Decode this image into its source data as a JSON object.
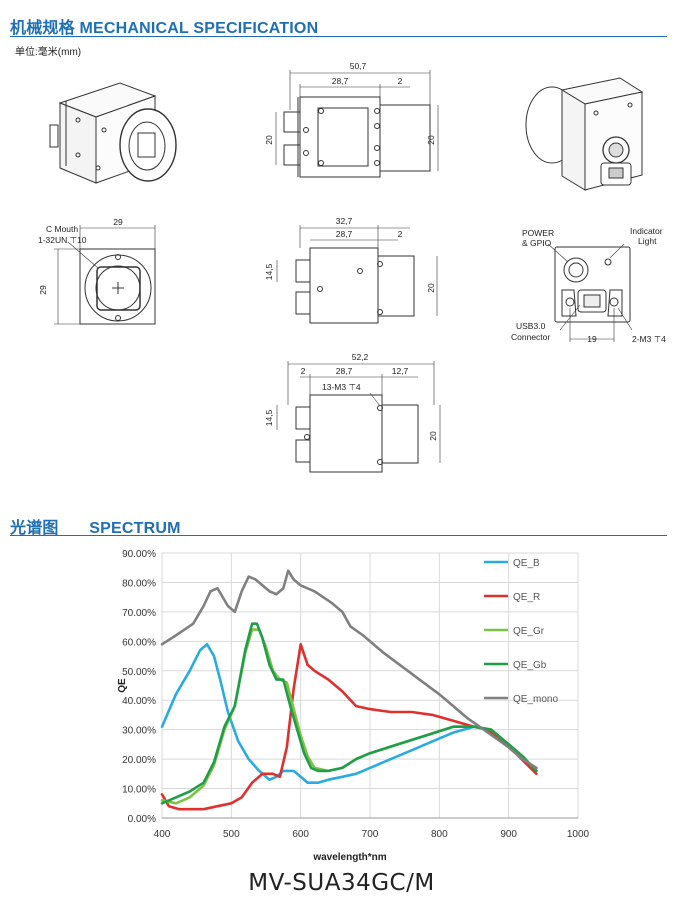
{
  "mechanical": {
    "title": "机械规格 MECHANICAL SPECIFICATION",
    "unit": "单位:毫米(mm)",
    "side_top": {
      "overall": "50,7",
      "body": "28,7",
      "lip": "2",
      "height": "20",
      "right_height": "20"
    },
    "front": {
      "mount": "C Mouth",
      "thread": "1-32UN ⊤10",
      "width": "29",
      "height": "29"
    },
    "side_mid": {
      "overall": "32,7",
      "body": "28,7",
      "lip": "2",
      "left_height": "14,5",
      "right_height": "20"
    },
    "back": {
      "power": "POWER",
      "gpio": "& GPIO",
      "indicator": "Indicator",
      "light": "Light",
      "usb": "USB3.0",
      "connector": "Connector",
      "width": "19",
      "screw": "2-M3 ⊤4"
    },
    "side_bot": {
      "overall": "52,2",
      "lip": "2",
      "body": "28,7",
      "tail": "12,7",
      "holes": "13-M3 ⊤4",
      "left_height": "14,5",
      "right_height": "20"
    }
  },
  "spectrum": {
    "title_cn": "光谱图",
    "title_en": "SPECTRUM"
  },
  "chart_data": {
    "type": "line",
    "title": "",
    "xlabel": "wavelength*nm",
    "ylabel": "QE",
    "xlim": [
      400,
      1000
    ],
    "ylim": [
      0,
      90
    ],
    "x_ticks": [
      "400",
      "500",
      "600",
      "700",
      "800",
      "900",
      "1000"
    ],
    "y_ticks": [
      "0.00%",
      "10.00%",
      "20.00%",
      "30.00%",
      "40.00%",
      "50.00%",
      "60.00%",
      "70.00%",
      "80.00%",
      "90.00%"
    ],
    "grid": true,
    "legend": "right",
    "series": [
      {
        "name": "QE_B",
        "color": "#29abe2",
        "x": [
          400,
          420,
          440,
          455,
          465,
          475,
          485,
          495,
          510,
          525,
          540,
          555,
          565,
          575,
          590,
          600,
          610,
          625,
          640,
          660,
          680,
          700,
          730,
          760,
          790,
          820,
          850,
          875,
          900,
          920,
          940
        ],
        "y": [
          31,
          42,
          50,
          57,
          59,
          55,
          46,
          36,
          26,
          20,
          16,
          13,
          14,
          16,
          16,
          14,
          12,
          12,
          13,
          14,
          15,
          17,
          20,
          23,
          26,
          29,
          31,
          30,
          25,
          20,
          16
        ]
      },
      {
        "name": "QE_R",
        "color": "#e0302e",
        "x": [
          400,
          410,
          425,
          440,
          460,
          480,
          500,
          515,
          530,
          545,
          560,
          570,
          580,
          590,
          600,
          610,
          620,
          640,
          660,
          680,
          700,
          730,
          760,
          790,
          820,
          850,
          870,
          890,
          910,
          940
        ],
        "y": [
          8,
          4,
          3,
          3,
          3,
          4,
          5,
          7,
          12,
          15,
          15,
          14,
          24,
          44,
          59,
          52,
          50,
          47,
          43,
          38,
          37,
          36,
          36,
          35,
          33,
          31,
          30,
          26,
          22,
          15
        ]
      },
      {
        "name": "QE_Gr",
        "color": "#7dc242",
        "x": [
          400,
          420,
          440,
          460,
          475,
          490,
          505,
          520,
          530,
          540,
          550,
          560,
          570,
          580,
          590,
          600,
          610,
          620,
          640,
          660,
          680,
          700,
          740,
          780,
          820,
          850,
          875,
          900,
          920,
          940
        ],
        "y": [
          6,
          5,
          7,
          11,
          18,
          30,
          38,
          56,
          64,
          64,
          58,
          50,
          47,
          46,
          37,
          28,
          21,
          17,
          16,
          17,
          20,
          22,
          25,
          28,
          31,
          31,
          30,
          25,
          21,
          16
        ]
      },
      {
        "name": "QE_Gb",
        "color": "#1f9e4a",
        "x": [
          400,
          420,
          440,
          460,
          475,
          490,
          505,
          520,
          530,
          537,
          545,
          555,
          565,
          575,
          585,
          595,
          605,
          615,
          625,
          640,
          660,
          680,
          700,
          740,
          780,
          820,
          850,
          875,
          900,
          920,
          940
        ],
        "y": [
          5,
          7,
          9,
          12,
          19,
          31,
          38,
          57,
          66,
          66,
          61,
          52,
          47,
          47,
          38,
          30,
          22,
          17,
          16,
          16,
          17,
          20,
          22,
          25,
          28,
          31,
          31,
          30,
          25,
          21,
          16
        ]
      },
      {
        "name": "QE_mono",
        "color": "#808080",
        "x": [
          400,
          420,
          445,
          460,
          470,
          480,
          495,
          505,
          515,
          525,
          535,
          545,
          555,
          565,
          575,
          582,
          590,
          600,
          620,
          645,
          660,
          672,
          690,
          720,
          760,
          800,
          840,
          870,
          900,
          920,
          940
        ],
        "y": [
          59,
          62,
          66,
          72,
          77,
          78,
          72,
          70,
          77,
          82,
          81,
          79,
          77,
          76,
          78,
          84,
          81,
          79,
          77,
          73,
          70,
          65,
          62,
          56,
          49,
          42,
          34,
          29,
          24,
          20,
          17
        ]
      }
    ]
  },
  "model": "MV-SUA34GC/M"
}
